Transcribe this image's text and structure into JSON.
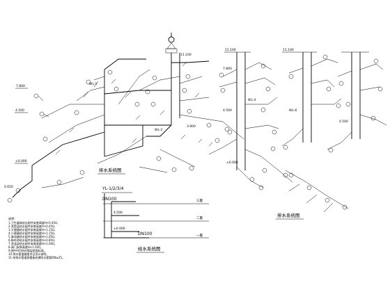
{
  "titles": {
    "drainage_left": "排水系统图",
    "drainage_right": "排水系统图",
    "riser": "给水系统图"
  },
  "riser": {
    "tag": "YL-1/2/3/4",
    "pipe_top": "DN100",
    "pipe_mid": "DN100",
    "floor_3": "三層",
    "floor_2": "二層",
    "floor_1": "一層"
  },
  "pipe_tags": {
    "a": "WL-1",
    "b": "WL-4",
    "c": "WL-6",
    "d": "WL-2"
  },
  "elevations": {
    "e1": "±0.000",
    "e2": "4.500",
    "e3": "7.800",
    "e4": "11.100",
    "e5": "±0.000",
    "e6": "4.500",
    "e7": "7.800",
    "e8": "3.900",
    "e9": "0.650"
  },
  "notes": {
    "heading": "说明：",
    "lines": [
      "1.卫生器具给水配件安装高度H+0.450。",
      "2.洗脸盆给水配件安装高度H+0.450。",
      "3.大便器给水配件安装高度H+1.150。",
      "4.小便器给水配件安装高度H+1.150。",
      "5.淋浴器给水配件安装高度H+1.050。",
      "6.拖布池给水配件安装高度H+0.850。",
      "7.洗涤盆给水配件安装高度H+1.000。",
      "8.阀门安装高度H+1.200。",
      "9.图中H为所在楼层地面标高。",
      "10.排水管道坡度详见设计说明。",
      "11.给排水管道穿楼板处做防水套管DN≥25。"
    ]
  }
}
